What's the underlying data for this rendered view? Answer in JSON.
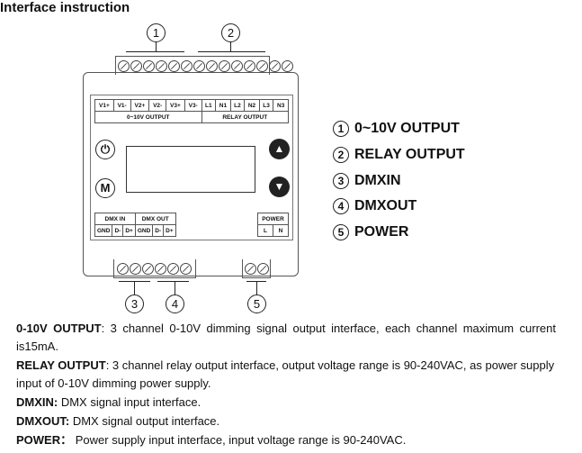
{
  "title": "Interface instruction",
  "callouts": [
    "1",
    "2",
    "3",
    "4",
    "5"
  ],
  "device": {
    "top_labels": [
      "V1+",
      "V1-",
      "V2+",
      "V2-",
      "V3+",
      "V3-",
      "L1",
      "N1",
      "L2",
      "N2",
      "L3",
      "N3"
    ],
    "top_groups": [
      "0~10V OUTPUT",
      "RELAY OUTPUT"
    ],
    "bottom_groups": [
      "DMX IN",
      "DMX OUT",
      "POWER"
    ],
    "bottom_labels": [
      "GND",
      "D-",
      "D+",
      "GND",
      "D-",
      "D+"
    ],
    "power_labels": [
      "L",
      "N"
    ],
    "power_button": "⏻",
    "mode_button": "M",
    "up_button": "▲",
    "down_button": "▼"
  },
  "legend": [
    {
      "num": "1",
      "label": "0~10V OUTPUT"
    },
    {
      "num": "2",
      "label": "RELAY OUTPUT"
    },
    {
      "num": "3",
      "label": "DMXIN"
    },
    {
      "num": "4",
      "label": "DMXOUT"
    },
    {
      "num": "5",
      "label": "POWER"
    }
  ],
  "descriptions": [
    {
      "term": "0-10V OUTPUT",
      "sep": ": ",
      "text": "3 channel 0-10V dimming signal output interface, each channel maximum current is15mA."
    },
    {
      "term": "RELAY OUTPUT",
      "sep": ": ",
      "text": "3 channel relay output interface, output voltage range is 90-240VAC, as power supply input of 0-10V dimming power supply."
    },
    {
      "term": "DMXIN:",
      "sep": " ",
      "text": "DMX signal input interface."
    },
    {
      "term": "DMXOUT:",
      "sep": " ",
      "text": "DMX signal output interface."
    },
    {
      "term": "POWER：",
      "sep": " ",
      "text": "Power supply input interface, input voltage range is 90-240VAC."
    }
  ]
}
